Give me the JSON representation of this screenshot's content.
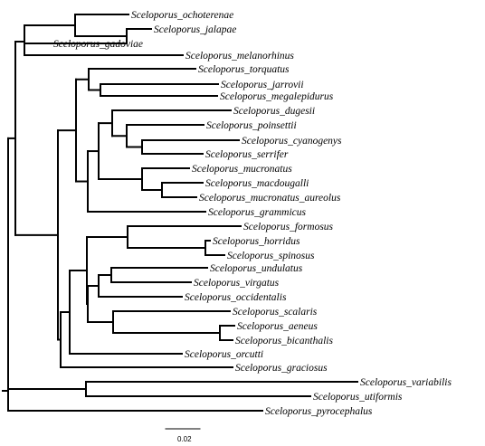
{
  "tree": {
    "tips": [
      "Sceloporus_ochoterenae",
      "Sceloporus_jalapae",
      "Sceloporus_gadoviae",
      "Sceloporus_melanorhinus",
      "Sceloporus_torquatus",
      "Sceloporus_jarrovii",
      "Sceloporus_megalepidurus",
      "Sceloporus_dugesii",
      "Sceloporus_poinsettii",
      "Sceloporus_cyanogenys",
      "Sceloporus_serrifer",
      "Sceloporus_mucronatus",
      "Sceloporus_macdougalli",
      "Sceloporus_mucronatus_aureolus",
      "Sceloporus_grammicus",
      "Sceloporus_formosus",
      "Sceloporus_horridus",
      "Sceloporus_spinosus",
      "Sceloporus_undulatus",
      "Sceloporus_virgatus",
      "Sceloporus_occidentalis",
      "Sceloporus_scalaris",
      "Sceloporus_aeneus",
      "Sceloporus_bicanthalis",
      "Sceloporus_orcutti",
      "Sceloporus_graciosus",
      "Sceloporus_variabilis",
      "Sceloporus_utiformis",
      "Sceloporus_pyrocephalus"
    ],
    "scale_bar": {
      "label": "0.02",
      "length": 0.02
    }
  }
}
